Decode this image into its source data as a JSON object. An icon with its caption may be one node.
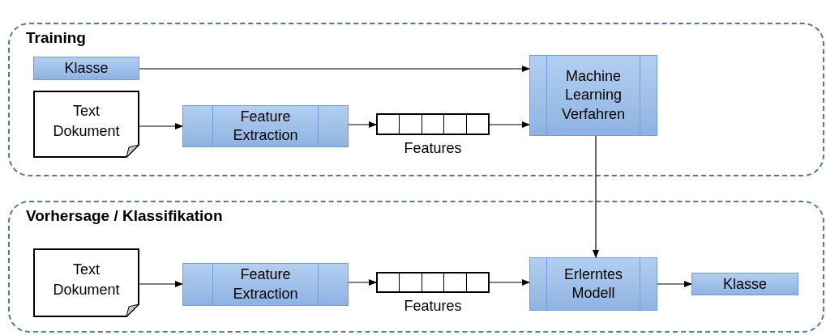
{
  "diagram": {
    "nodes": [
      {
        "text": [
          "Training"
        ]
      },
      {
        "text": [
          "Klasse"
        ],
        "in": 0
      },
      {
        "text": [
          "Text Dokument"
        ],
        "in": 0
      },
      {
        "text": [
          "Feature Extraction"
        ],
        "in": 0
      },
      {
        "text": [],
        "shape": "bar",
        "beside": [
          "Features"
        ],
        "in": 0
      },
      {
        "text": [
          "Machine Learning Verfahren"
        ],
        "in": 0
      },
      {
        "text": [
          "Vorhersage / Klassifikation"
        ]
      },
      {
        "text": [
          "Text Dokument"
        ],
        "in": 6
      },
      {
        "text": [
          "Feature Extraction"
        ],
        "in": 6
      },
      {
        "text": [],
        "shape": "bar",
        "beside": [
          "Features"
        ],
        "in": 6
      },
      {
        "text": [
          "Erlerntes Modell"
        ],
        "in": 6
      },
      {
        "text": [
          "Klasse"
        ],
        "in": 6
      }
    ],
    "edges": [
      {
        "from": 1,
        "to": 5,
        "arrow": "to"
      },
      {
        "from": 2,
        "to": 3,
        "arrow": "to"
      },
      {
        "from": 3,
        "to": 4,
        "arrow": "to"
      },
      {
        "from": 4,
        "to": 5,
        "arrow": "to"
      },
      {
        "from": 5,
        "to": 10,
        "arrow": "to"
      },
      {
        "from": 7,
        "to": 8,
        "arrow": "to"
      },
      {
        "from": 8,
        "to": 9,
        "arrow": "to"
      },
      {
        "from": 9,
        "to": 10,
        "arrow": "to"
      },
      {
        "from": 10,
        "to": 11,
        "arrow": "to"
      }
    ]
  }
}
